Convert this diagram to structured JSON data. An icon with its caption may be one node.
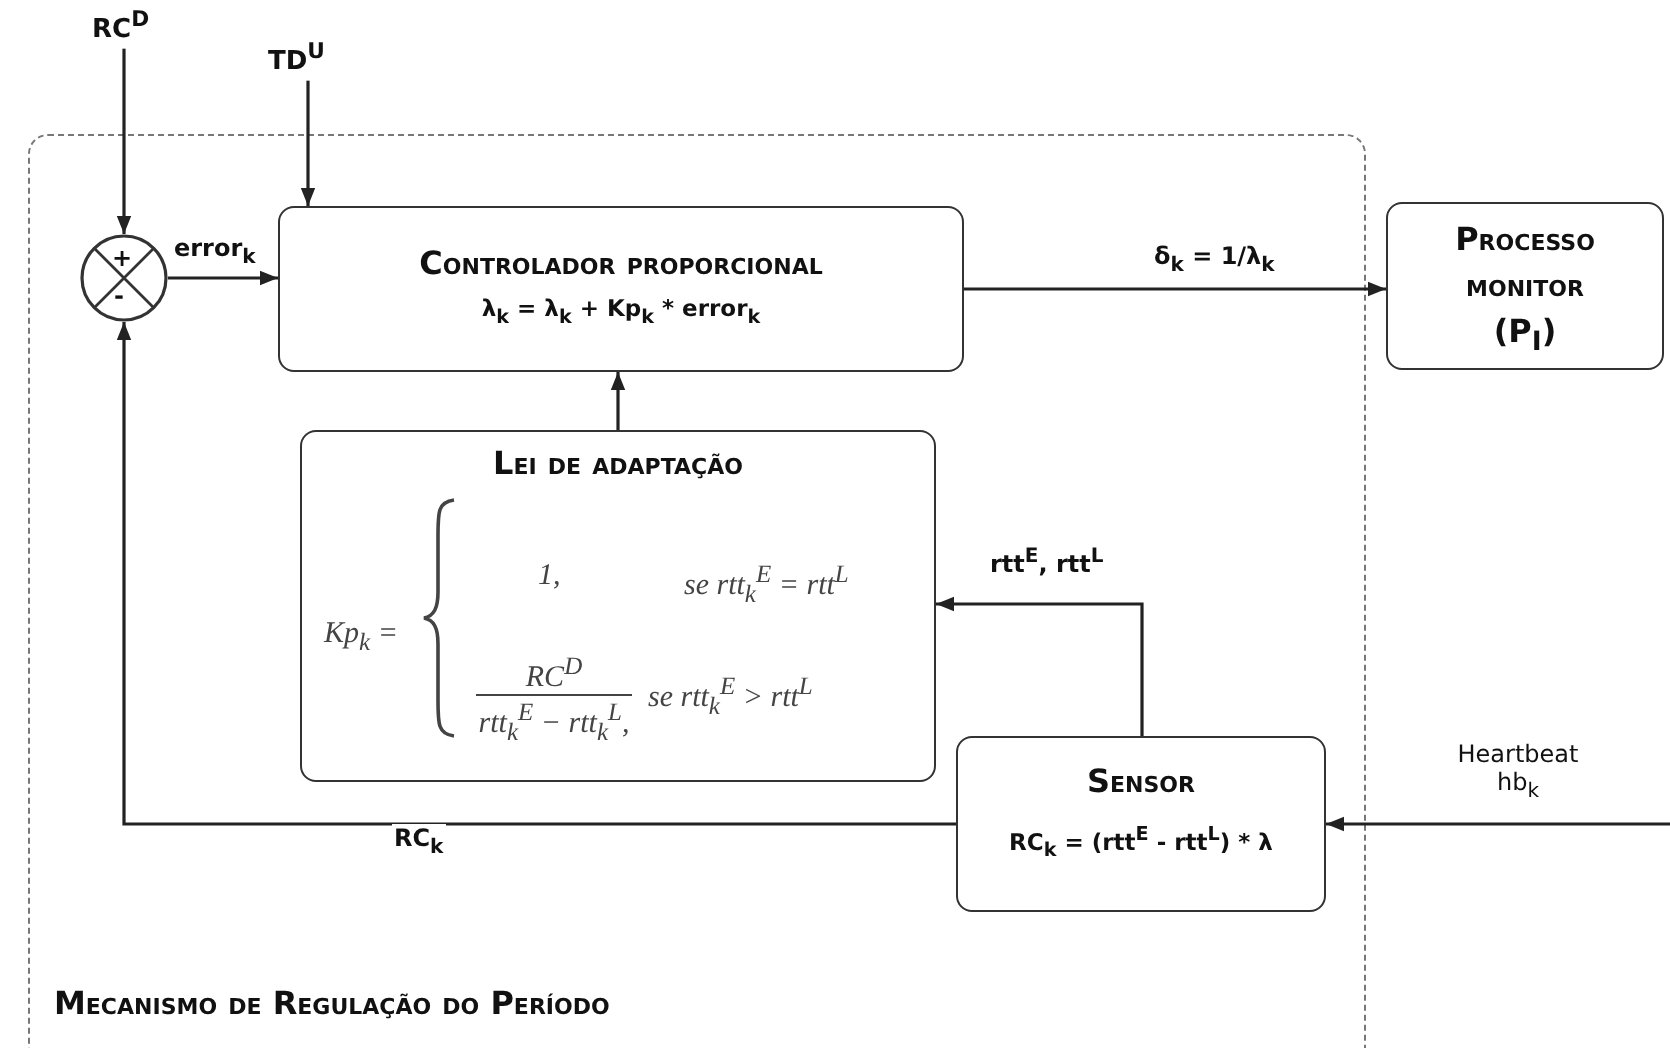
{
  "diagram": {
    "nodes": [
      {
        "text": [
          "Mecanismo de Regulação do Período"
        ]
      },
      {
        "text": [
          "RC$^{D}$"
        ]
      },
      {
        "text": [
          "TD$^{U}$"
        ]
      },
      {
        "text": [
          "+",
          "-"
        ],
        "in": 0
      },
      {
        "text": [
          "Controlador proporcional",
          "λ$_{k}$ = λ$_{k}$ + Kp$_{k}$ * error$_{k}$"
        ],
        "in": 0
      },
      {
        "text": [
          "Lei de adaptação",
          "Kp$_{k}$ =",
          "1,",
          "se rtt$_{k}$$^{E}$ = rtt$^{L}$",
          "RC$^{D}$",
          "rtt$_{k}$$^{E}$ − rtt$_{k}$$^{L}$,",
          "se rtt$_{k}$$^{E}$ > rtt$^{L}$"
        ],
        "in": 0
      },
      {
        "text": [
          "Sensor",
          "RC$_{k}$ = (rtt$^{E}$ - rtt$^{L}$) * λ"
        ],
        "in": 0
      },
      {
        "text": [
          "Processo monitor (P$_{I}$)"
        ]
      }
    ],
    "edges": [
      {
        "from": 1,
        "to": 3,
        "arrow": "to"
      },
      {
        "from": 2,
        "to": 4,
        "arrow": "to"
      },
      {
        "from": 3,
        "to": 4,
        "arrow": "to",
        "label": "error$_{k}$"
      },
      {
        "from": 4,
        "to": 7,
        "arrow": "to",
        "label": "δ$_{k}$ = 1/λ$_{k}$"
      },
      {
        "from": 5,
        "to": 4,
        "arrow": "to"
      },
      {
        "from": 6,
        "to": 5,
        "arrow": "to",
        "label": "rtt$^{E}$, rtt$^{L}$"
      },
      {
        "from": 6,
        "to": 3,
        "arrow": "to",
        "label": "RC$_{k}$"
      },
      {
        "from": null,
        "to": 6,
        "arrow": "to",
        "label": "Heartbeat hb$_{k}$"
      }
    ]
  }
}
